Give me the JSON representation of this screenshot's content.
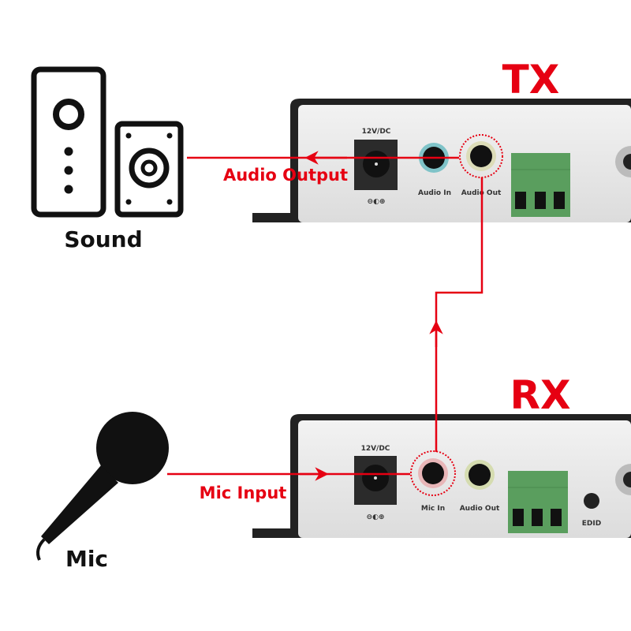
{
  "tx": {
    "title": "TX",
    "power_label": "12V/DC",
    "polarity": "⊖◐⊕",
    "port1": "Audio In",
    "port2": "Audio Out"
  },
  "rx": {
    "title": "RX",
    "power_label": "12V/DC",
    "polarity": "⊖◐⊕",
    "port1": "Mic In",
    "port2": "Audio Out",
    "button": "EDID"
  },
  "sound": {
    "label": "Sound",
    "icon": "speaker-icon"
  },
  "mic": {
    "label": "Mic",
    "icon": "microphone-icon"
  },
  "annotations": {
    "audio_output": "Audio Output",
    "mic_input": "Mic Input"
  },
  "colors": {
    "accent": "#e60012",
    "terminal": "#5a9e5e",
    "panel": "#e8e8e8"
  }
}
